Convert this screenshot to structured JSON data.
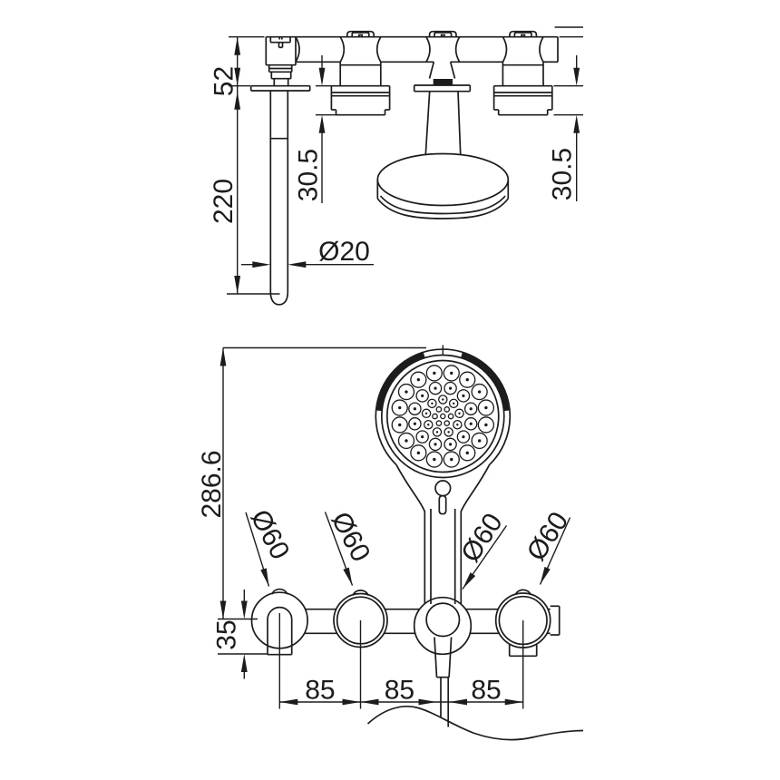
{
  "page": {
    "background": "#ffffff",
    "line_color": "#1c1c1c",
    "title": "bath shower mixer technical drawing"
  },
  "side_view": {
    "dim_52": "52",
    "dim_220": "220",
    "dim_30_5_left": "30.5",
    "dim_30_5_right": "30.5",
    "dim_dia_20": "Ø20"
  },
  "front_view": {
    "dim_286_6": "286.6",
    "dim_35": "35",
    "dim_85_left": "85",
    "dim_85_center": "85",
    "dim_85_right": "85",
    "dim_dia_60_1": "Ø60",
    "dim_dia_60_2": "Ø60",
    "dim_dia_60_3": "Ø60",
    "dim_dia_60_4": "Ø60"
  }
}
